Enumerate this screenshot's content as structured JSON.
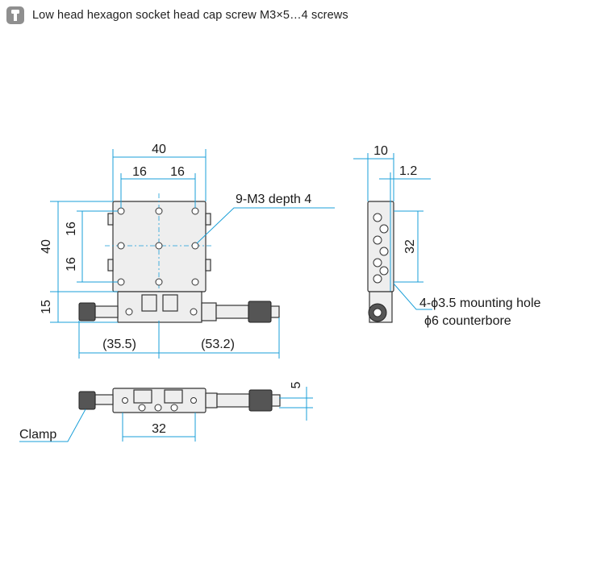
{
  "header": {
    "icon": "screw-info-icon",
    "text": "Low head hexagon socket head cap screw M3×5…4 screws"
  },
  "dimensions": {
    "top_width": "40",
    "top_sub_a": "16",
    "top_sub_b": "16",
    "left_height": "40",
    "left_sub_a": "16",
    "left_sub_b": "16",
    "left_base": "15",
    "bottom_left": "(35.5)",
    "bottom_right": "(53.2)",
    "side_width": "10",
    "side_offset": "1.2",
    "side_height": "32",
    "bottom_view_height": "5",
    "bottom_view_width": "32"
  },
  "callouts": {
    "tapped_holes": "9-M3 depth 4",
    "mounting_hole": "4-ϕ3.5 mounting hole",
    "counterbore": "ϕ6 counterbore",
    "clamp": "Clamp"
  },
  "colors": {
    "dimension_line": "#1a9fd8",
    "icon_bg": "#8f8f8f"
  }
}
